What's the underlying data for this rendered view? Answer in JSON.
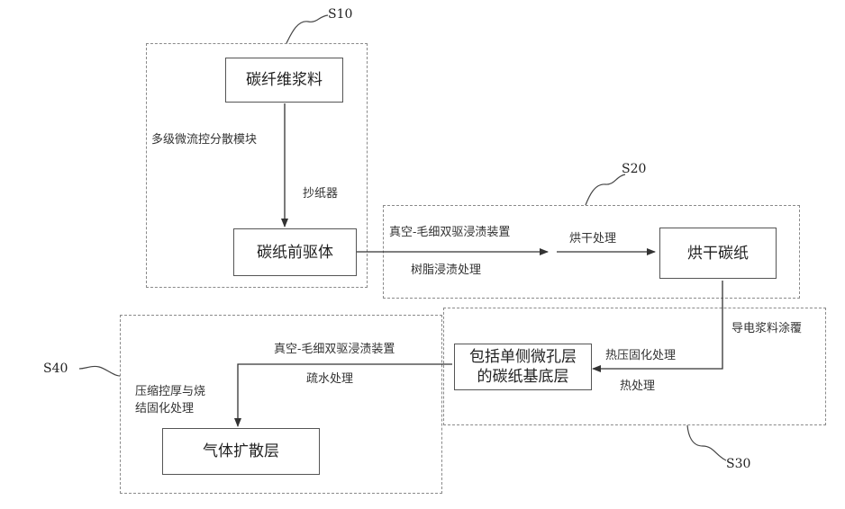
{
  "steps": {
    "s10": "S10",
    "s20": "S20",
    "s30": "S30",
    "s40": "S40"
  },
  "nodes": {
    "carbon_slurry": "碳纤维浆料",
    "paper_precursor": "碳纸前驱体",
    "dried_paper": "烘干碳纸",
    "substrate_line1": "包括单侧微孔层",
    "substrate_line2": "的碳纸基底层",
    "gas_diffusion_layer": "气体扩散层"
  },
  "labels": {
    "microfluidic_module": "多级微流控分散模块",
    "paper_machine": "抄纸器",
    "vacuum_device_1": "真空-毛细双驱浸渍装置",
    "resin_impregnation": "树脂浸渍处理",
    "drying": "烘干处理",
    "conductive_coating": "导电浆料涂覆",
    "hot_press": "热压固化处理",
    "heat_treatment": "热处理",
    "vacuum_device_2": "真空-毛细双驱浸渍装置",
    "hydrophobic": "疏水处理",
    "compress_line1": "压缩控厚与烧",
    "compress_line2": "结固化处理"
  }
}
